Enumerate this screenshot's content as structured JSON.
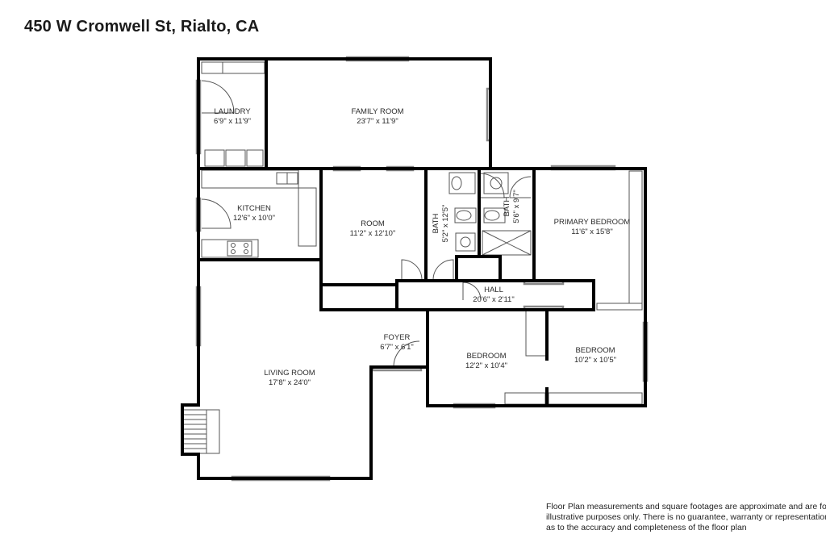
{
  "address": "450 W Cromwell St, Rialto, CA",
  "rooms": {
    "laundry": {
      "name": "LAUNDRY",
      "dim": "6'9\" x 11'9\""
    },
    "family_room": {
      "name": "FAMILY ROOM",
      "dim": "23'7\" x 11'9\""
    },
    "kitchen": {
      "name": "KITCHEN",
      "dim": "12'6\" x 10'0\""
    },
    "room": {
      "name": "ROOM",
      "dim": "11'2\" x 12'10\""
    },
    "bath1": {
      "name": "BATH",
      "dim": "5'2\" x 12'5\""
    },
    "bath2": {
      "name": "BATH",
      "dim": "5'6\" x 9'7\""
    },
    "primary_bedroom": {
      "name": "PRIMARY BEDROOM",
      "dim": "11'6\" x 15'8\""
    },
    "hall": {
      "name": "HALL",
      "dim": "20'6\" x 2'11\""
    },
    "foyer": {
      "name": "FOYER",
      "dim": "6'7\" x 6'1\""
    },
    "living_room": {
      "name": "LIVING ROOM",
      "dim": "17'8\" x 24'0\""
    },
    "bedroom1": {
      "name": "BEDROOM",
      "dim": "12'2\" x 10'4\""
    },
    "bedroom2": {
      "name": "BEDROOM",
      "dim": "10'2\" x 10'5\""
    }
  },
  "disclaimer": {
    "line1": "Floor Plan measurements and square footages are approximate and are for",
    "line2": "illustrative purposes only. There is no guarantee, warranty or representation",
    "line3": "as to the accuracy and completeness of the floor plan"
  }
}
